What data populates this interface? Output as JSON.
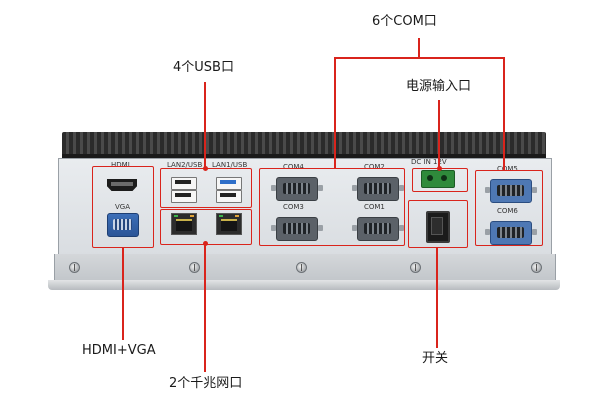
{
  "callouts": {
    "com6": "6个COM口",
    "usb4": "4个USB口",
    "power_input": "电源输入口",
    "hdmi_vga": "HDMI+VGA",
    "switch": "开关",
    "lan2": "2个千兆网口"
  },
  "panel_labels": {
    "hdmi": "HDMI",
    "vga": "VGA",
    "lan2_usb": "LAN2/USB",
    "lan1_usb": "LAN1/USB",
    "com4": "COM4",
    "com2": "COM2",
    "com3": "COM3",
    "com1": "COM1",
    "dc_in": "DC IN  12V",
    "com5": "COM5",
    "com6": "COM6"
  },
  "colors": {
    "callout_red": "#d9241c",
    "vga_blue": "#3c6fb8",
    "dc_green": "#2f8a3b"
  }
}
